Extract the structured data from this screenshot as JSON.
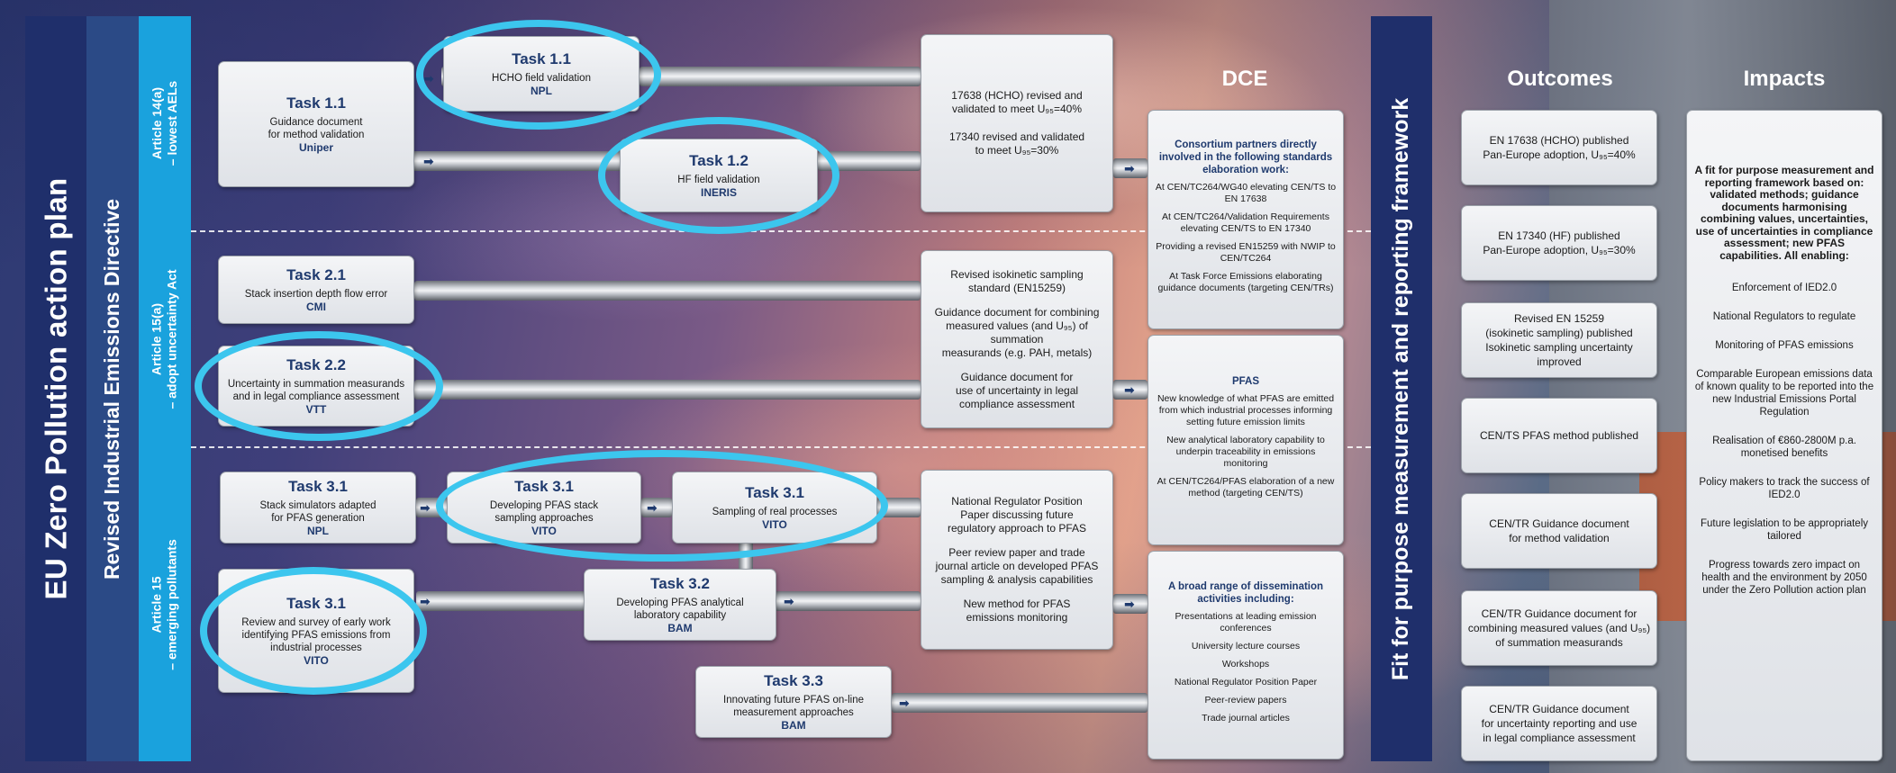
{
  "left_bars": {
    "eu_plan": "EU Zero Pollution action plan",
    "ied": "Revised Industrial Emissions Directive",
    "art14": [
      "Article 14(a)",
      "– lowest AELs"
    ],
    "art15a": [
      "Article 15(a)",
      "– adopt uncertainty Act"
    ],
    "art15": [
      "Article 15",
      "– emerging pollutants"
    ]
  },
  "right_bar": "Fit for purpose measurement and reporting framework",
  "headers": {
    "dce": "DCE",
    "outcomes": "Outcomes",
    "impacts": "Impacts"
  },
  "tasks": {
    "t11": {
      "title": "Task 1.1",
      "desc": [
        "Guidance document",
        "for method validation"
      ],
      "org": "Uniper"
    },
    "t11b": {
      "title": "Task 1.1",
      "desc": [
        "HCHO field validation"
      ],
      "org": "NPL"
    },
    "t12": {
      "title": "Task 1.2",
      "desc": [
        "HF field validation"
      ],
      "org": "INERIS"
    },
    "t21": {
      "title": "Task 2.1",
      "desc": [
        "Stack insertion depth flow error"
      ],
      "org": "CMI"
    },
    "t22": {
      "title": "Task 2.2",
      "desc": [
        "Uncertainty in summation measurands",
        "and in legal compliance assessment"
      ],
      "org": "VTT"
    },
    "t31a": {
      "title": "Task 3.1",
      "desc": [
        "Stack simulators adapted",
        "for PFAS generation"
      ],
      "org": "NPL"
    },
    "t31b": {
      "title": "Task 3.1",
      "desc": [
        "Developing PFAS stack",
        "sampling approaches"
      ],
      "org": "VITO"
    },
    "t31c": {
      "title": "Task 3.1",
      "desc": [
        "Sampling of real processes"
      ],
      "org": "VITO"
    },
    "t31d": {
      "title": "Task 3.1",
      "desc": [
        "Review and survey of early work",
        "identifying PFAS emissions from",
        "industrial processes"
      ],
      "org": "VITO"
    },
    "t32": {
      "title": "Task 3.2",
      "desc": [
        "Developing PFAS analytical",
        "laboratory capability"
      ],
      "org": "BAM"
    },
    "t33": {
      "title": "Task 3.3",
      "desc": [
        "Innovating future PFAS on-line",
        "measurement approaches"
      ],
      "org": "BAM"
    }
  },
  "results": {
    "r1": [
      "17638 (HCHO) revised and",
      "validated to meet U₉₅=40%",
      "17340 revised and validated",
      "to meet U₉₅=30%"
    ],
    "r2": [
      "Revised isokinetic sampling",
      "standard (EN15259)",
      "Guidance document for combining",
      "measured values (and U₉₅) of summation",
      "measurands (e.g. PAH, metals)",
      "Guidance document for",
      "use of uncertainty in legal",
      "compliance assessment"
    ],
    "r3": [
      "National Regulator Position",
      "Paper discussing future",
      "regulatory approach to PFAS",
      "Peer review paper and trade",
      "journal article on developed PFAS",
      "sampling & analysis capabilities",
      "New method for PFAS",
      "emissions monitoring"
    ]
  },
  "dce": {
    "d1_head": "Consortium partners directly involved in the following standards elaboration work:",
    "d1_items": [
      "At CEN/TC264/WG40 elevating CEN/TS to EN 17638",
      "At CEN/TC264/Validation Requirements elevating CEN/TS to EN 17340",
      "Providing a revised EN15259 with NWIP to CEN/TC264",
      "At Task Force Emissions elaborating guidance documents (targeting CEN/TRs)"
    ],
    "d2_head": "PFAS",
    "d2_items": [
      "New knowledge of what PFAS are emitted from which industrial processes informing setting future emission limits",
      "New analytical laboratory capability to underpin traceability in emissions monitoring",
      "At CEN/TC264/PFAS elaboration of a new method (targeting CEN/TS)"
    ],
    "d3_head": "A broad range of dissemination activities including:",
    "d3_items": [
      "Presentations at leading emission conferences",
      "University lecture courses",
      "Workshops",
      "National Regulator Position Paper",
      "Peer-review papers",
      "Trade journal articles"
    ]
  },
  "outcomes": [
    [
      "EN 17638 (HCHO) published",
      "Pan-Europe adoption, U₉₅=40%"
    ],
    [
      "EN 17340 (HF) published",
      "Pan-Europe adoption, U₉₅=30%"
    ],
    [
      "Revised EN 15259",
      "(isokinetic sampling) published",
      "Isokinetic sampling uncertainty improved"
    ],
    [
      "CEN/TS PFAS method published"
    ],
    [
      "CEN/TR Guidance document",
      "for method validation"
    ],
    [
      "CEN/TR Guidance document for",
      "combining measured values (and U₉₅)",
      "of summation measurands"
    ],
    [
      "CEN/TR Guidance document",
      "for uncertainty reporting and use",
      "in legal compliance assessment"
    ]
  ],
  "impacts": {
    "head": "A fit for purpose measurement and reporting framework based on: validated methods; guidance documents harmonising combining values, uncertainties, use of uncertainties in compliance assessment; new PFAS capabilities. All enabling:",
    "items": [
      "Enforcement of IED2.0",
      "National Regulators to regulate",
      "Monitoring of PFAS emissions",
      "Comparable European emissions data of known quality to be reported into the new Industrial Emissions Portal Regulation",
      "Realisation of €860-2800M p.a. monetised benefits",
      "Policy makers to track the success of IED2.0",
      "Future legislation to be appropriately tailored",
      "Progress towards zero impact on health and the environment by 2050 under the Zero Pollution action plan"
    ]
  },
  "colors": {
    "navy": "#1f2f6b",
    "cyan": "#1aa2dd",
    "ring": "#3cc6ee",
    "task_title": "#1f3a6e"
  }
}
